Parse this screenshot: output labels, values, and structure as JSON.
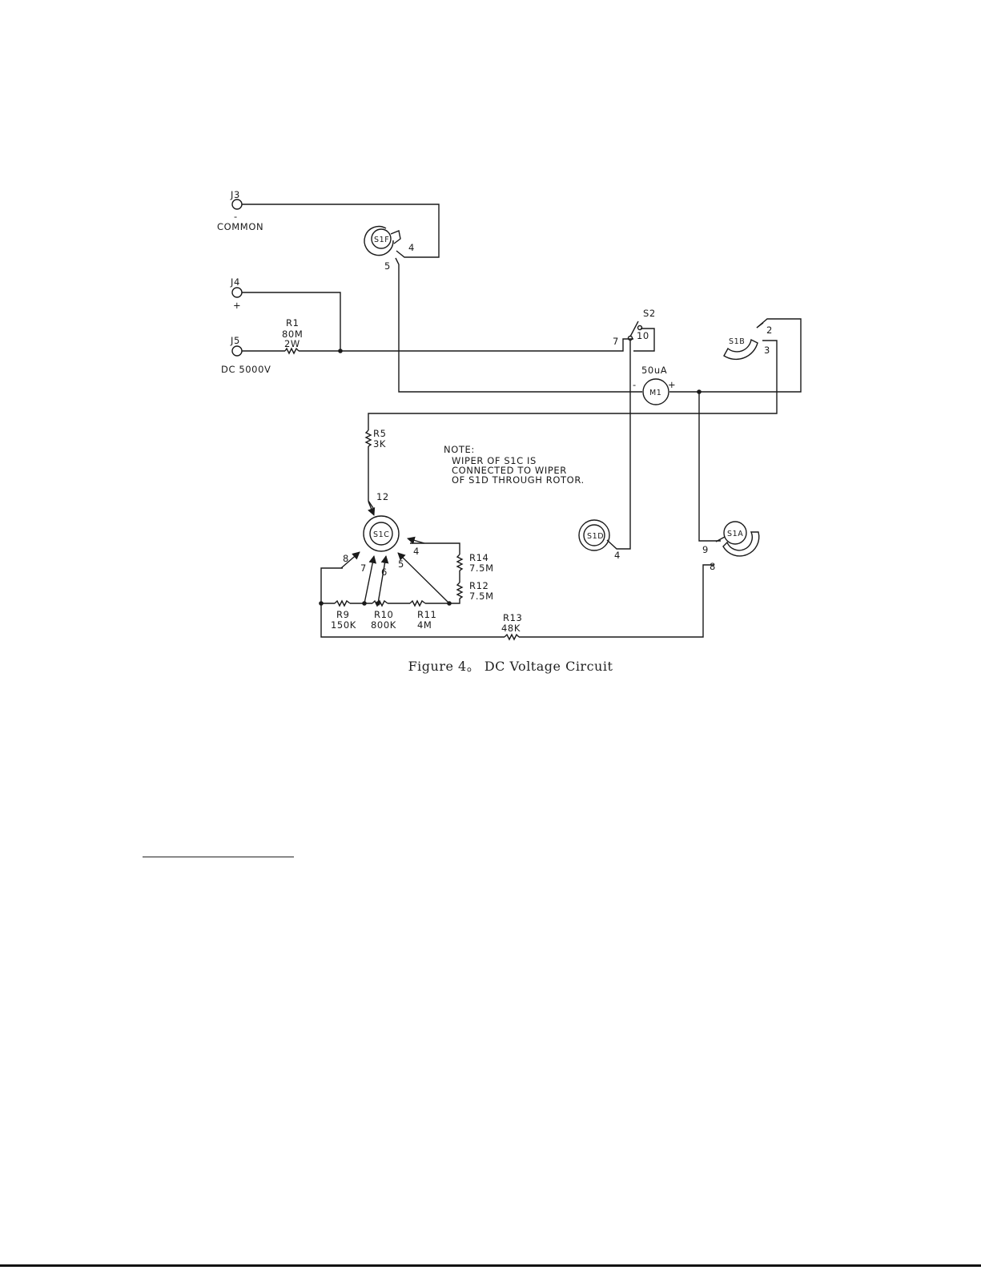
{
  "figure": {
    "caption": "Figure 4。 DC Voltage Circuit"
  },
  "jacks": {
    "j3": {
      "label": "J3",
      "polarity": "-",
      "name": "COMMON"
    },
    "j4": {
      "label": "J4",
      "polarity": "+"
    },
    "j5": {
      "label": "J5",
      "name": "DC 5000V"
    }
  },
  "resistors": {
    "r1": {
      "label": "R1",
      "value": "80M",
      "rating": "2W"
    },
    "r5": {
      "label": "R5",
      "value": "3K"
    },
    "r9": {
      "label": "R9",
      "value": "150K"
    },
    "r10": {
      "label": "R10",
      "value": "800K"
    },
    "r11": {
      "label": "R11",
      "value": "4M"
    },
    "r12": {
      "label": "R12",
      "value": "7.5M"
    },
    "r13": {
      "label": "R13",
      "value": "48K"
    },
    "r14": {
      "label": "R14",
      "value": "7.5M"
    }
  },
  "meter": {
    "label": "M1",
    "rating": "50uA",
    "minus": "-",
    "plus": "+"
  },
  "switch_s2": {
    "label": "S2",
    "pin_a": "7",
    "pin_b": "10"
  },
  "wafers": {
    "s1f": {
      "label": "S1F",
      "pins": [
        "4",
        "5"
      ]
    },
    "s1b": {
      "label": "S1B",
      "pins": [
        "2",
        "3"
      ]
    },
    "s1c": {
      "label": "S1C",
      "pins": [
        "12",
        "4",
        "5",
        "6",
        "7",
        "8"
      ]
    },
    "s1d": {
      "label": "S1D",
      "pins": [
        "4"
      ]
    },
    "s1a": {
      "label": "S1A",
      "pins": [
        "9",
        "8"
      ]
    }
  },
  "note": {
    "heading": "NOTE:",
    "lines": [
      "WIPER OF S1C IS",
      "CONNECTED TO WIPER",
      "OF S1D THROUGH ROTOR."
    ]
  }
}
